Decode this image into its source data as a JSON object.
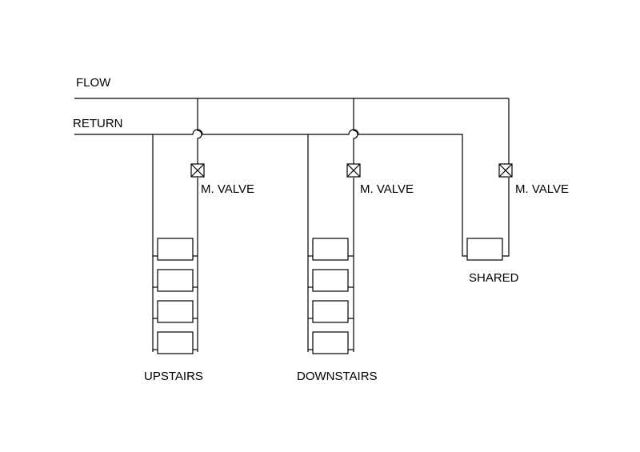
{
  "mains": {
    "flow_label": "FLOW",
    "return_label": "RETURN"
  },
  "zones": [
    {
      "label": "UPSTAIRS",
      "valve_label": "M. VALVE",
      "radiators": 4
    },
    {
      "label": "DOWNSTAIRS",
      "valve_label": "M. VALVE",
      "radiators": 4
    },
    {
      "label": "SHARED",
      "valve_label": "M. VALVE",
      "radiators": 1
    }
  ],
  "colors": {
    "line": "#000000",
    "background": "#ffffff"
  }
}
